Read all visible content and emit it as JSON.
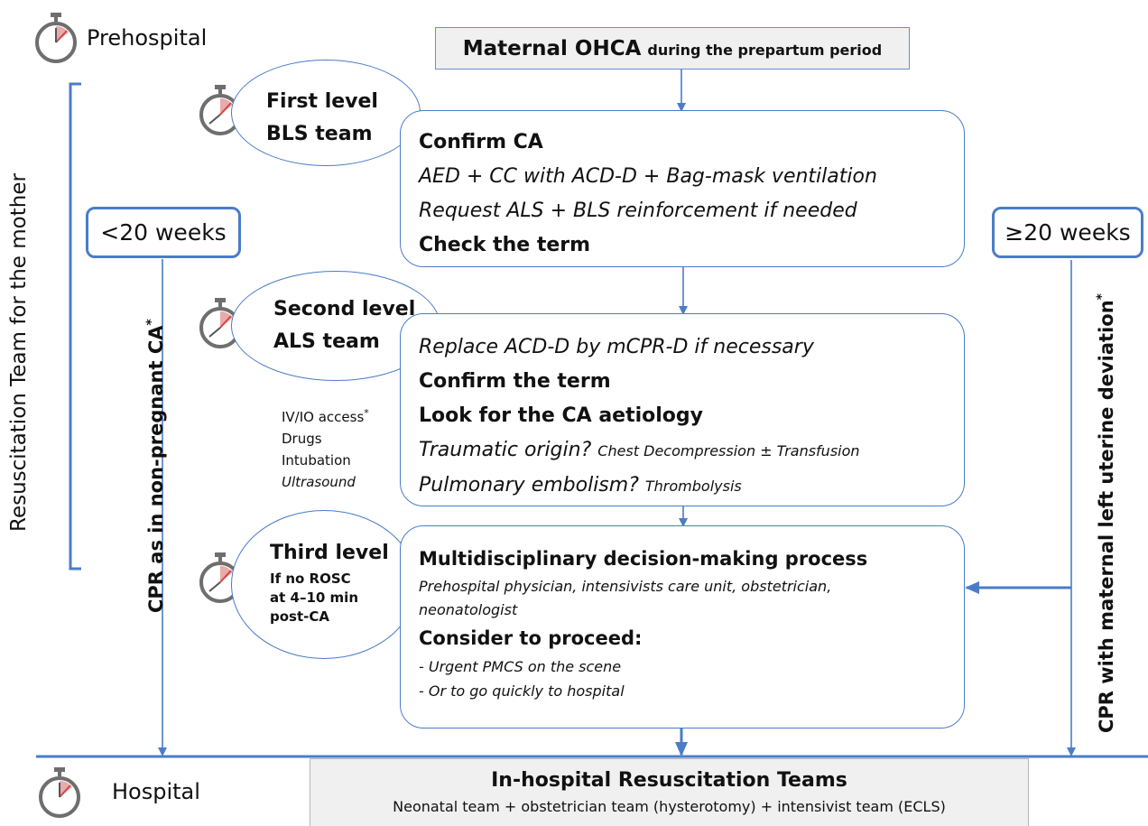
{
  "prehospital_label": "Prehospital",
  "hospital_label": "Hospital",
  "top_box": {
    "bold": "Maternal OHCA",
    "rest": "during the prepartum period"
  },
  "side_label_left": "Resuscitation Team for the mother",
  "lt20": {
    "label": "<20 weeks",
    "cpr_text": "CPR as in non-pregnant CA",
    "cpr_star": "*"
  },
  "ge20": {
    "label": "≥20 weeks",
    "cpr_text": "CPR  with maternal left uterine deviation",
    "cpr_star": "*"
  },
  "level1": {
    "title_line1": "First level",
    "title_line2": "BLS team",
    "box_lines": [
      "Confirm CA",
      "AED + CC with ACD-D + Bag-mask ventilation",
      "Request ALS + BLS reinforcement if needed",
      "Check the term"
    ]
  },
  "level2": {
    "title_line1": "Second level",
    "title_line2": "ALS team",
    "side_list": [
      "IV/IO access",
      "Drugs",
      "Intubation",
      "Ultrasound"
    ],
    "side_star": "*",
    "box_line1": "Replace ACD-D by mCPR-D if necessary",
    "box_line2": "Confirm the term",
    "box_line3": "Look for the CA aetiology",
    "traumatic_q": "Traumatic origin?",
    "traumatic_a": "Chest Decompression ± Transfusion",
    "embolism_q": "Pulmonary embolism?",
    "embolism_a": "Thrombolysis"
  },
  "level3": {
    "title": "Third level",
    "sub_lines": [
      "If no ROSC",
      "at 4–10 min",
      "post-CA"
    ],
    "box_title": "Multidisciplinary decision-making process",
    "box_participants_1": "Prehospital physician, intensivists care unit, obstetrician,",
    "box_participants_2": "neonatologist",
    "box_consider": "Consider to proceed:",
    "box_option1": "- Urgent PMCS on the scene",
    "box_option2": "- Or to go quickly to hospital"
  },
  "bottom_box": {
    "title": "In-hospital Resuscitation Teams",
    "subtitle": "Neonatal team + obstetrician team (hysterotomy) + intensivist team (ECLS)"
  },
  "colors": {
    "accent": "#4a7cc9",
    "watch": "#6e6e6e",
    "watch_mark": "#d64545"
  }
}
